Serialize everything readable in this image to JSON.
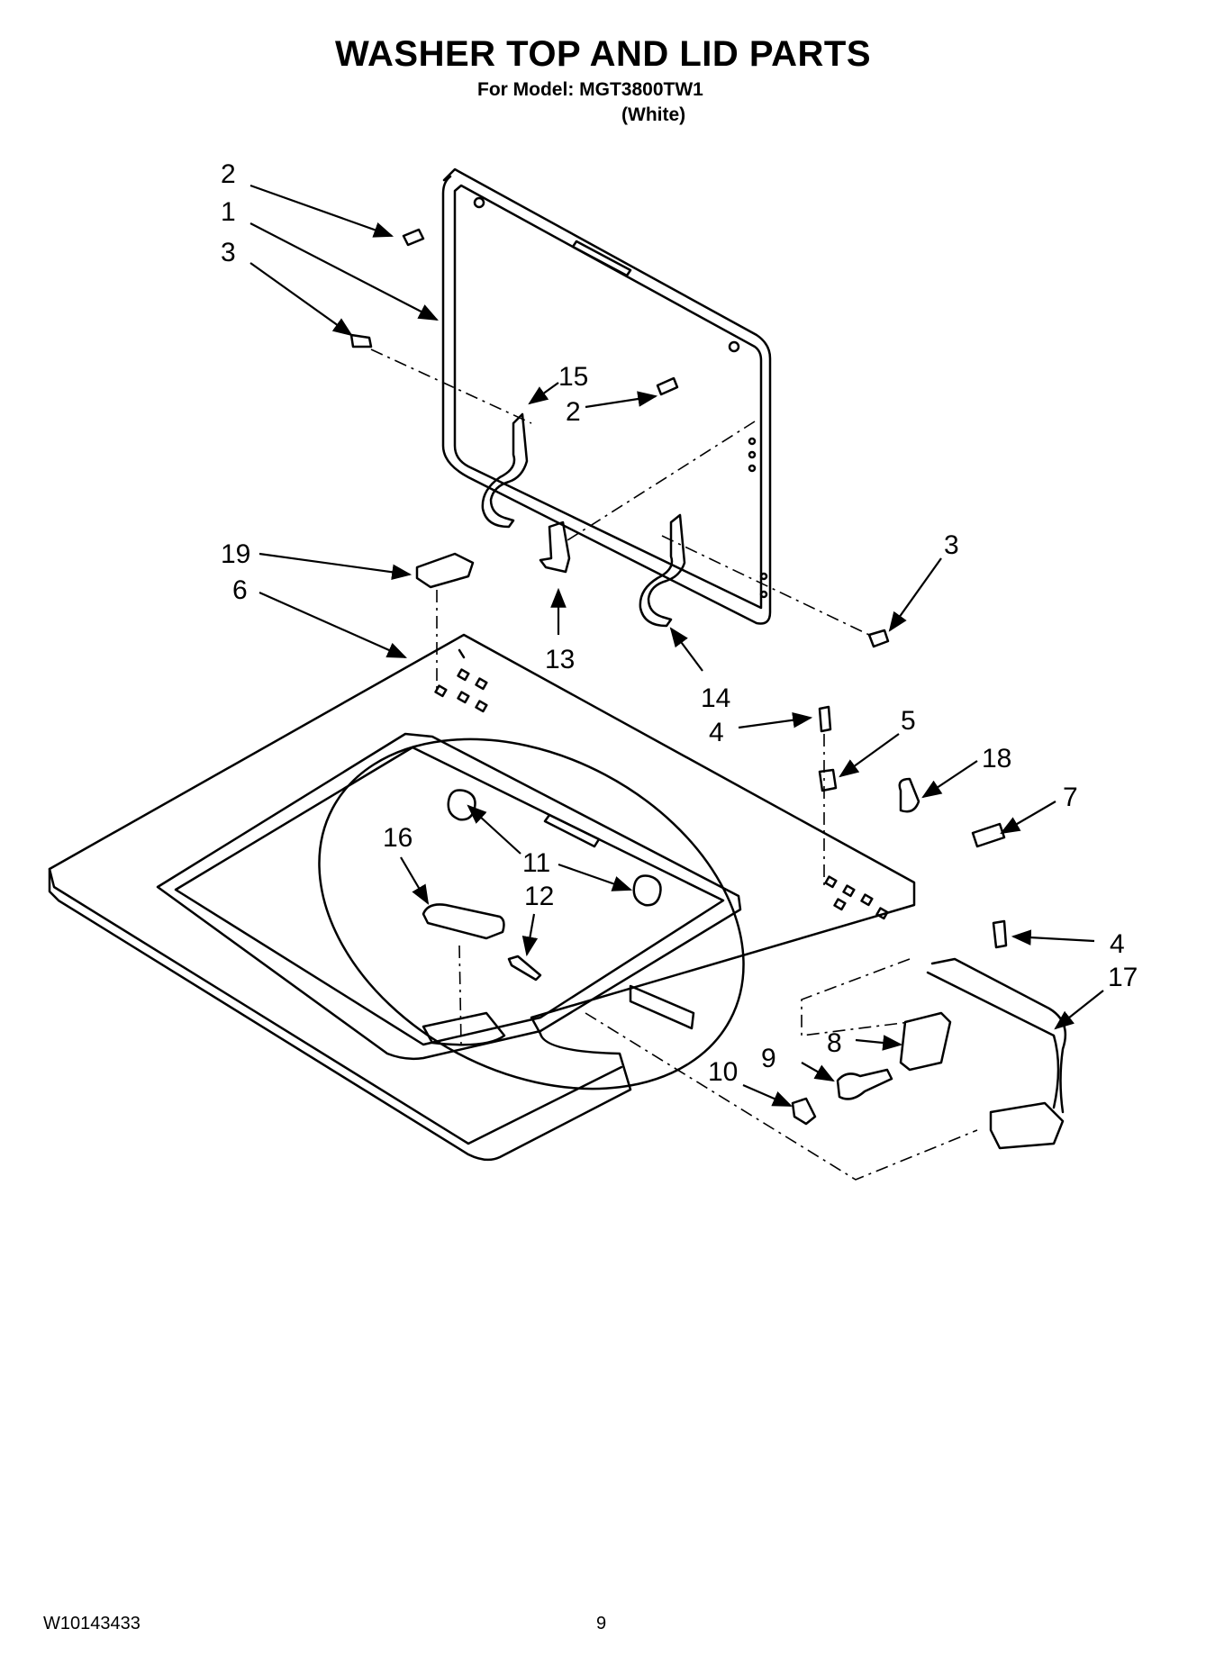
{
  "header": {
    "title": "WASHER TOP AND LID PARTS",
    "model_line": "For Model: MGT3800TW1",
    "variant": "(White)"
  },
  "callouts": [
    "2",
    "1",
    "3",
    "15",
    "2",
    "19",
    "6",
    "13",
    "14",
    "3",
    "4",
    "5",
    "18",
    "7",
    "16",
    "11",
    "12",
    "4",
    "17",
    "8",
    "9",
    "10"
  ],
  "footer": {
    "doc_number": "W10143433",
    "page_number": "9"
  }
}
